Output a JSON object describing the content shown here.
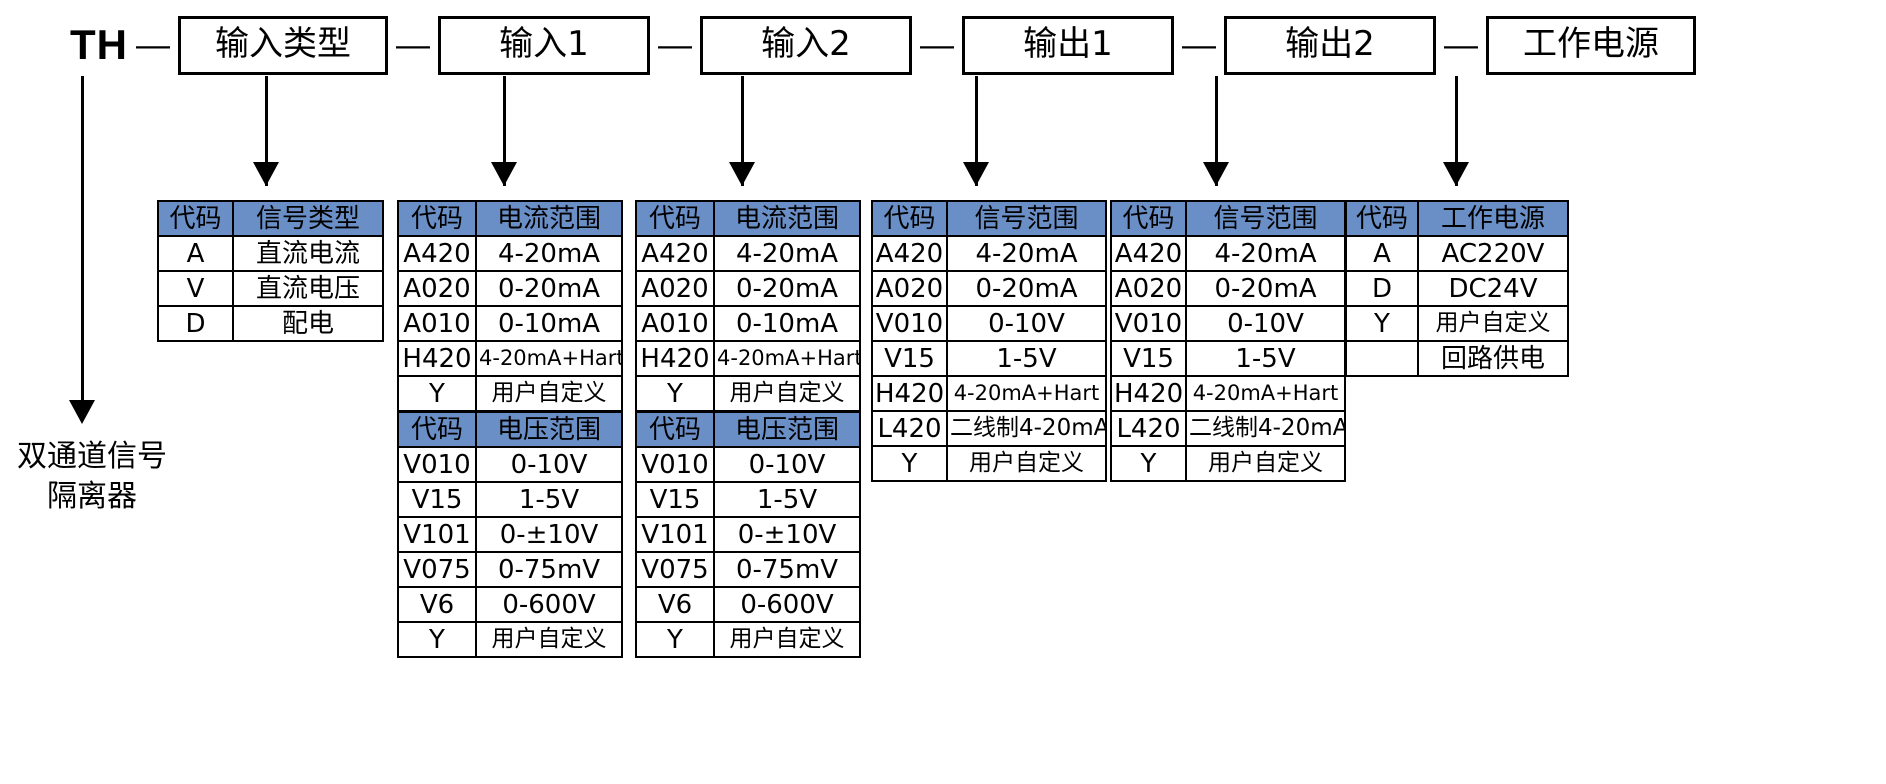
{
  "model": {
    "prefix": "TH",
    "dash": "—",
    "segments": [
      {
        "label": "输入类型"
      },
      {
        "label": "输入1"
      },
      {
        "label": "输入2"
      },
      {
        "label": "输出1"
      },
      {
        "label": "输出2"
      },
      {
        "label": "工作电源"
      }
    ]
  },
  "product_label": {
    "line1": "双通道信号",
    "line2": "隔离器"
  },
  "colors": {
    "header_blue": "#6a8fc7",
    "border": "#000000",
    "background": "#ffffff"
  },
  "tables": {
    "input_type": {
      "sections": [
        {
          "header": [
            "代码",
            "信号类型"
          ],
          "rows": [
            [
              "A",
              "直流电流"
            ],
            [
              "V",
              "直流电压"
            ],
            [
              "D",
              "配电"
            ]
          ]
        }
      ]
    },
    "input1": {
      "sections": [
        {
          "header": [
            "代码",
            "电流范围"
          ],
          "rows": [
            [
              "A420",
              "4-20mA"
            ],
            [
              "A020",
              "0-20mA"
            ],
            [
              "A010",
              "0-10mA"
            ],
            [
              "H420",
              "4-20mA+Hart"
            ],
            [
              "Y",
              "用户自定义"
            ]
          ]
        },
        {
          "header": [
            "代码",
            "电压范围"
          ],
          "rows": [
            [
              "V010",
              "0-10V"
            ],
            [
              "V15",
              "1-5V"
            ],
            [
              "V101",
              "0-±10V"
            ],
            [
              "V075",
              "0-75mV"
            ],
            [
              "V6",
              "0-600V"
            ],
            [
              "Y",
              "用户自定义"
            ]
          ]
        }
      ]
    },
    "input2": {
      "sections": [
        {
          "header": [
            "代码",
            "电流范围"
          ],
          "rows": [
            [
              "A420",
              "4-20mA"
            ],
            [
              "A020",
              "0-20mA"
            ],
            [
              "A010",
              "0-10mA"
            ],
            [
              "H420",
              "4-20mA+Hart"
            ],
            [
              "Y",
              "用户自定义"
            ]
          ]
        },
        {
          "header": [
            "代码",
            "电压范围"
          ],
          "rows": [
            [
              "V010",
              "0-10V"
            ],
            [
              "V15",
              "1-5V"
            ],
            [
              "V101",
              "0-±10V"
            ],
            [
              "V075",
              "0-75mV"
            ],
            [
              "V6",
              "0-600V"
            ],
            [
              "Y",
              "用户自定义"
            ]
          ]
        }
      ]
    },
    "output1": {
      "sections": [
        {
          "header": [
            "代码",
            "信号范围"
          ],
          "rows": [
            [
              "A420",
              "4-20mA"
            ],
            [
              "A020",
              "0-20mA"
            ],
            [
              "V010",
              "0-10V"
            ],
            [
              "V15",
              "1-5V"
            ],
            [
              "H420",
              "4-20mA+Hart"
            ],
            [
              "L420",
              "二线制4-20mA"
            ],
            [
              "Y",
              "用户自定义"
            ]
          ]
        }
      ]
    },
    "output2": {
      "sections": [
        {
          "header": [
            "代码",
            "信号范围"
          ],
          "rows": [
            [
              "A420",
              "4-20mA"
            ],
            [
              "A020",
              "0-20mA"
            ],
            [
              "V010",
              "0-10V"
            ],
            [
              "V15",
              "1-5V"
            ],
            [
              "H420",
              "4-20mA+Hart"
            ],
            [
              "L420",
              "二线制4-20mA"
            ],
            [
              "Y",
              "用户自定义"
            ]
          ]
        }
      ]
    },
    "power": {
      "sections": [
        {
          "header": [
            "代码",
            "工作电源"
          ],
          "rows": [
            [
              "A",
              "AC220V"
            ],
            [
              "D",
              "DC24V"
            ],
            [
              "Y",
              "用户自定义"
            ],
            [
              "",
              "回路供电"
            ]
          ]
        }
      ]
    }
  }
}
